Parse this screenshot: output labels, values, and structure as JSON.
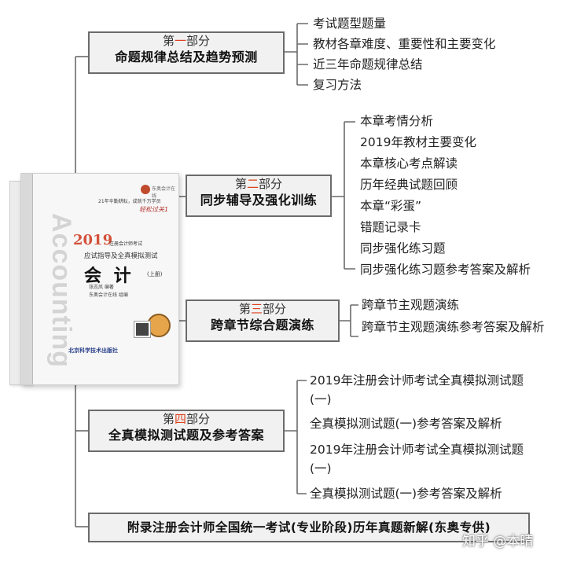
{
  "book": {
    "logo_text": "东奥会计在线",
    "slogan": "21年辛勤耕耘，成就千万学员",
    "signature": "轻松过关1",
    "year": "2019",
    "exam_name": "注册会计师考试",
    "series_title": "应试指导及全真模拟测试",
    "title": "会 计",
    "volume": "(上册)",
    "author_line1": "张志凤  编著",
    "author_line2": "东奥会计在线  组编",
    "spine_word": "Accounting",
    "publisher": "北京科学技术出版社"
  },
  "sections": [
    {
      "prefix": "第",
      "num": "一",
      "suffix": "部分",
      "title": "命题规律总结及趋势预测",
      "items": [
        "考试题型题量",
        "教材各章难度、重要性和主要变化",
        "近三年命题规律总结",
        "复习方法"
      ]
    },
    {
      "prefix": "第",
      "num": "二",
      "suffix": "部分",
      "title": "同步辅导及强化训练",
      "items": [
        "本章考情分析",
        "2019年教材主要变化",
        "本章核心考点解读",
        "历年经典试题回顾",
        "本章“彩蛋”",
        "错题记录卡",
        "同步强化练习题",
        "同步强化练习题参考答案及解析"
      ]
    },
    {
      "prefix": "第",
      "num": "三",
      "suffix": "部分",
      "title": "跨章节综合题演练",
      "items": [
        "跨章节主观题演练",
        "跨章节主观题演练参考答案及解析"
      ]
    },
    {
      "prefix": "第",
      "num": "四",
      "suffix": "部分",
      "title": "全真模拟测试题及参考答案",
      "items": [
        "2019年注册会计师考试全真模拟测试题(一)",
        "全真模拟测试题(一)参考答案及解析",
        "2019年注册会计师考试全真模拟测试题(一)",
        "全真模拟测试题(一)参考答案及解析"
      ]
    }
  ],
  "appendix": "附录注册会计师全国统一考试(专业阶段)历年真题新解(东奥专供)",
  "watermark": "知乎 @本晴",
  "colors": {
    "accent": "#e0421e",
    "box_bg": "#f1f1f1",
    "border": "#6b6b6b"
  }
}
